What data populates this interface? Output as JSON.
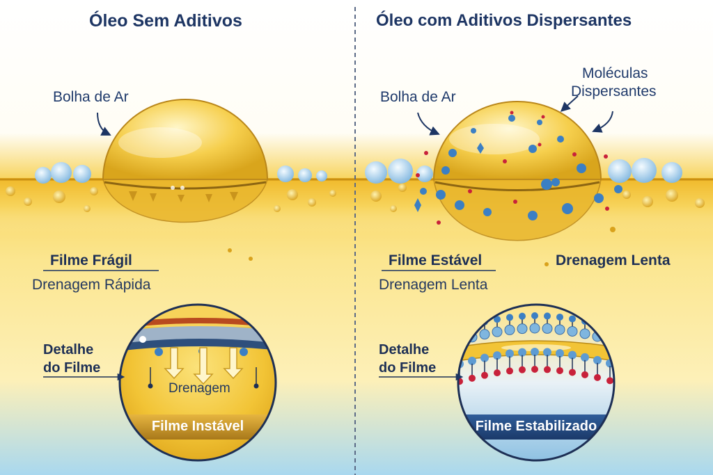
{
  "left": {
    "title": "Óleo Sem Aditivos",
    "bubble_label": "Bolha de Ar",
    "film_label": "Filme Frágil",
    "drain_label": "Drenagem Rápida",
    "detail_line1": "Detalhe",
    "detail_line2": "do Filme",
    "drain_inner": "Drenagem",
    "bar_label": "Filme Instável"
  },
  "right": {
    "title": "Óleo com Aditivos Dispersantes",
    "bubble_label": "Bolha de Ar",
    "molecules_line1": "Moléculas",
    "molecules_line2": "Dispersantes",
    "film_label": "Filme Estável",
    "drain_side": "Drenagem Lenta",
    "drain_label": "Drenagem Lenta",
    "detail_line1": "Detalhe",
    "detail_line2": "do Filme",
    "bar_label": "Filme Estabilizado"
  },
  "colors": {
    "oil": "#f2c436",
    "oil_light": "#fbe27a",
    "navy": "#1d3563",
    "water": "#bfe0f2",
    "molecule_blue": "#3b7fc4",
    "molecule_red": "#c8213a"
  }
}
